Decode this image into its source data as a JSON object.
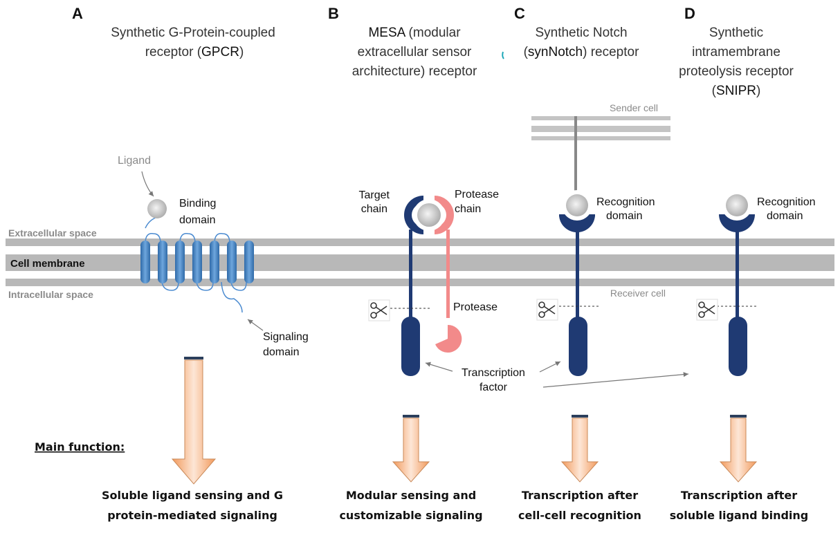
{
  "panels": {
    "a": {
      "letter": "A",
      "title_line1": "Synthetic G-Protein-coupled",
      "title_line2_pre": "receptor (",
      "title_line2_bold": "GPCR",
      "title_line2_post": ")"
    },
    "b": {
      "letter": "B",
      "title_line1_bold": "MESA",
      "title_line1_post": " (modular",
      "title_line2": "extracellular sensor",
      "title_line3": "architecture) receptor"
    },
    "c": {
      "letter": "C",
      "title_line1": "Synthetic Notch",
      "title_line2_pre": "(",
      "title_line2_bold": "synNotch",
      "title_line2_post": ") receptor"
    },
    "d": {
      "letter": "D",
      "title_line1": "Synthetic",
      "title_line2": "intramembrane",
      "title_line3": "proteolysis receptor",
      "title_line4_pre": "(",
      "title_line4_bold": "SNIPR",
      "title_line4_post": ")"
    }
  },
  "membrane": {
    "extracellular": "Extracellular space",
    "cell_membrane": "Cell membrane",
    "intracellular": "Intracellular space"
  },
  "labels": {
    "ligand": "Ligand",
    "binding_1": "Binding",
    "binding_2": "domain",
    "signaling_1": "Signaling",
    "signaling_2": "domain",
    "target_1": "Target",
    "target_2": "chain",
    "protease_chain_1": "Protease",
    "protease_chain_2": "chain",
    "protease": "Protease",
    "tf_1": "Transcription",
    "tf_2": "factor",
    "recog_c_1": "Recognition",
    "recog_c_2": "domain",
    "recog_d_1": "Recognition",
    "recog_d_2": "domain",
    "sender_cell": "Sender cell",
    "receiver_cell": "Receiver cell"
  },
  "main_function": "Main function:",
  "functions": {
    "a_1": "Soluble ligand sensing and G",
    "a_2": "protein-mediated signaling",
    "b_1": "Modular sensing and",
    "b_2": "customizable signaling",
    "c_1": "Transcription after",
    "c_2": "cell-cell recognition",
    "d_1": "Transcription after",
    "d_2": "soluble ligand binding"
  },
  "colors": {
    "membrane": "#b4b4b4",
    "gpcr_blue": "#3f7fc0",
    "receptor_navy": "#1f3a73",
    "protease_pink": "#f28a8a",
    "arrow_orange": "#f4a672",
    "arrow_cap": "#2b3f5c",
    "sender_grey": "#bdbdbd"
  }
}
